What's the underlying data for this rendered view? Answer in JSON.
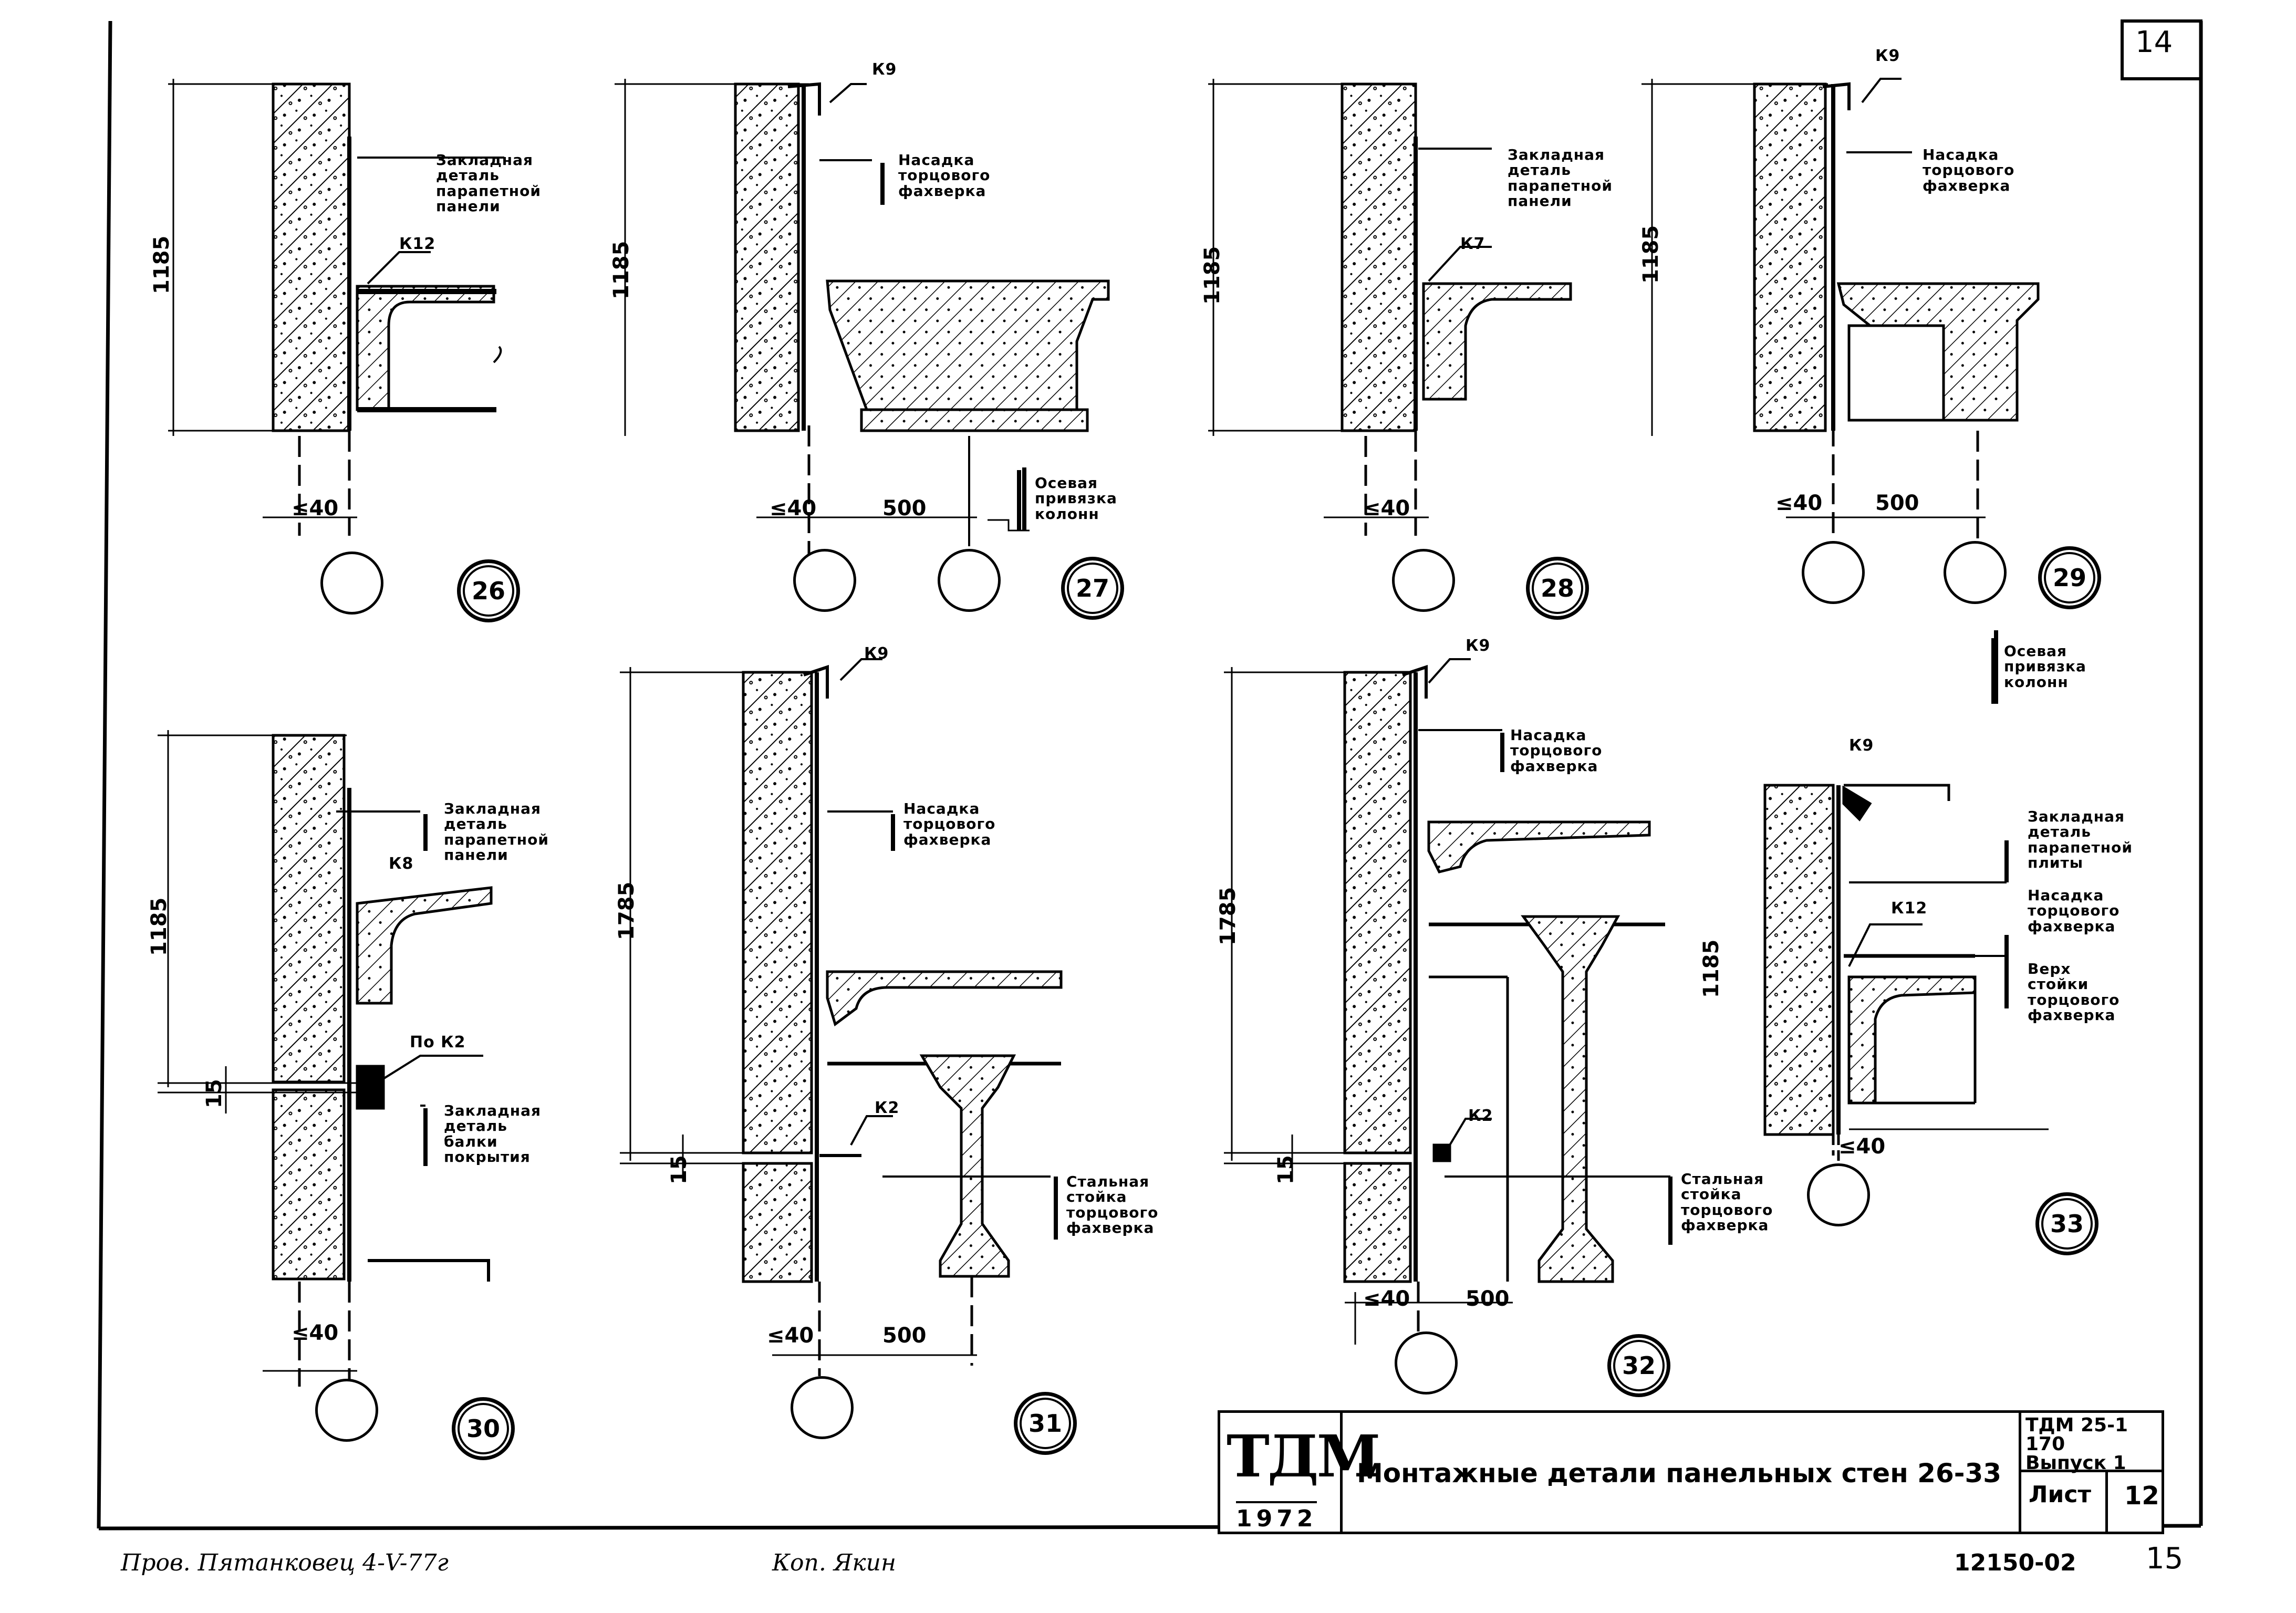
{
  "page": {
    "sheet_number": "14",
    "bottom_page_number": "15",
    "archive_code": "12150-02"
  },
  "title_block": {
    "logo": "ТДМ",
    "year": "1972",
    "title": "Монтажные детали панельных стен 26-33",
    "code": "ТДМ 25-1 170\nВыпуск 1",
    "sheet_label": "Лист",
    "sheet_value": "12"
  },
  "signatures": {
    "checked": "Пров. Пятанковец 4-V-77г",
    "copied": "Коп. Якин"
  },
  "details": [
    {
      "num": "26",
      "height_dim": "1185",
      "gap_dim": "≤40",
      "connector": "К12",
      "callout": "Закладная\nдеталь\nпарапетной\nпанели"
    },
    {
      "num": "27",
      "height_dim": "1185",
      "gap_dim": "≤40",
      "offset_dim": "500",
      "connector": "К9",
      "callout": "Насадка\nторцового\nфахверка",
      "axis_note": "Осевая\nпривязка\nколонн"
    },
    {
      "num": "28",
      "height_dim": "1185",
      "gap_dim": "≤40",
      "connector": "К7",
      "callout": "Закладная\nдеталь\nпарапетной\nпанели"
    },
    {
      "num": "29",
      "height_dim": "1185",
      "gap_dim": "≤40",
      "offset_dim": "500",
      "connector": "К9",
      "callout": "Насадка\nторцового\nфахверка",
      "axis_note": "Осевая\nпривязка\nколонн"
    },
    {
      "num": "30",
      "height_dim": "1185",
      "gap_dim": "≤40",
      "joint_dim": "15",
      "connector": "К8",
      "connector2": "По К2",
      "callout": "Закладная\nдеталь\nпарапетной\nпанели",
      "callout2": "Закладная\nдеталь\nбалки\nпокрытия"
    },
    {
      "num": "31",
      "height_dim": "1785",
      "gap_dim": "≤40",
      "joint_dim": "15",
      "offset_dim": "500",
      "connector": "К9",
      "connector2": "К2",
      "callout": "Насадка\nторцового\nфахверка",
      "callout2": "Стальная\nстойка\nторцового\nфахверка"
    },
    {
      "num": "32",
      "height_dim": "1785",
      "gap_dim": "≤40",
      "joint_dim": "15",
      "offset_dim": "500",
      "connector": "К9",
      "connector2": "К2",
      "callout": "Насадка\nторцового\nфахверка",
      "callout2": "Стальная\nстойка\nторцового\nфахверка"
    },
    {
      "num": "33",
      "height_dim": "1185",
      "gap_dim": "≤40",
      "connector": "К9",
      "connector2": "К12",
      "callout": "Закладная\nдеталь\nпарапетной\nплиты",
      "callout2": "Насадка\nторцового\nфахверка",
      "callout3": "Верх\nстойки\nторцового\nфахверка"
    }
  ]
}
